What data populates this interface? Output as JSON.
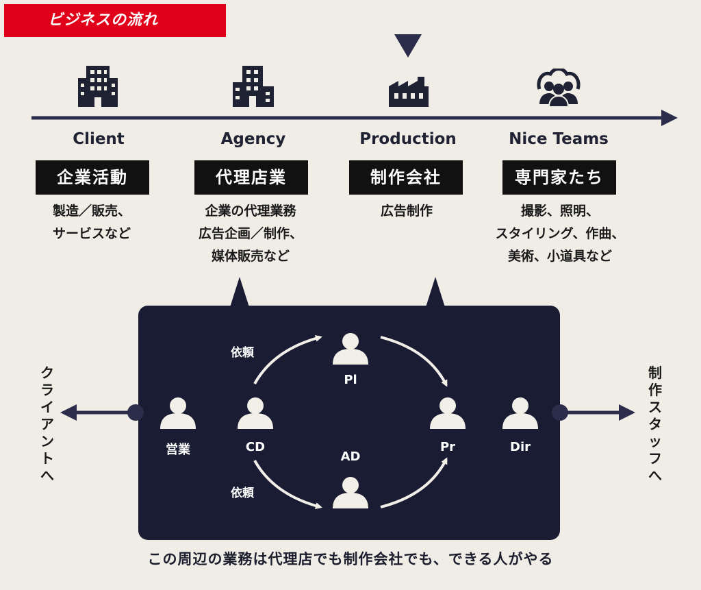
{
  "header": {
    "title": "ビジネスの流れ"
  },
  "stages": [
    {
      "name": "Client",
      "role": "企業活動",
      "desc": [
        "製造／販売、",
        "サービスなど"
      ],
      "icon": "office-building-icon"
    },
    {
      "name": "Agency",
      "role": "代理店業",
      "desc": [
        "企業の代理業務",
        "広告企画／制作、",
        "媒体販売など"
      ],
      "icon": "office-tower-icon"
    },
    {
      "name": "Production",
      "role": "制作会社",
      "desc": [
        "広告制作"
      ],
      "icon": "factory-icon"
    },
    {
      "name": "Nice Teams",
      "role": "専門家たち",
      "desc": [
        "撮影、照明、",
        "スタイリング、作曲、",
        "美術、小道具など"
      ],
      "icon": "team-group-icon"
    }
  ],
  "workflow": {
    "people": {
      "sales": "営業",
      "cd": "CD",
      "pl": "Pl",
      "ad": "AD",
      "pr": "Pr",
      "dir": "Dir"
    },
    "request_top": "依頼",
    "request_bottom": "依頼",
    "left_target": "クライアントへ",
    "right_target": "制作スタッフへ"
  },
  "footer": {
    "note": "この周辺の業務は代理店でも制作会社でも、できる人がやる"
  },
  "colors": {
    "accent_red": "#e0001a",
    "navy": "#1a1c33",
    "background": "#f0ede7",
    "black_label": "#111111"
  }
}
